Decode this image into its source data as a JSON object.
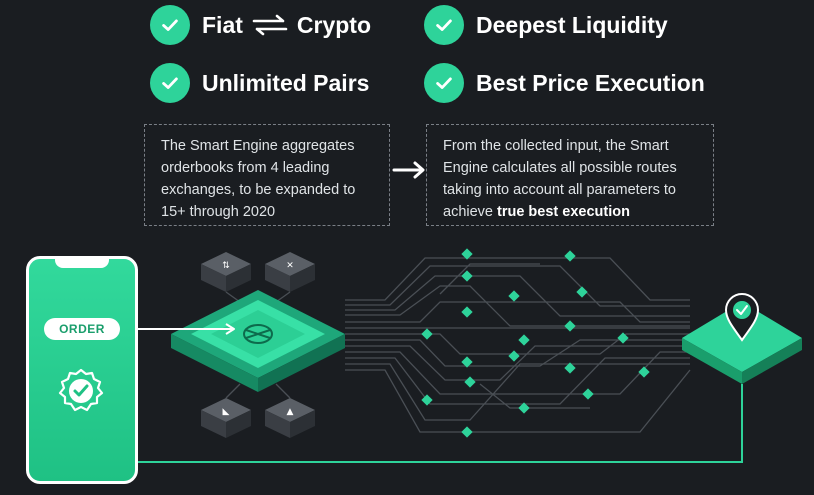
{
  "features": {
    "fiat": "Fiat",
    "crypto": "Crypto",
    "deepest_liquidity": "Deepest Liquidity",
    "unlimited_pairs": "Unlimited Pairs",
    "best_price_execution": "Best Price Execution"
  },
  "left_box": {
    "line1": "The Smart Engine aggregates",
    "line2": "orderbooks from 4 leading",
    "line3": "exchanges, to be expanded to",
    "line4": "15+ through 2020"
  },
  "right_box": {
    "line1": "From the collected input, the Smart",
    "line2": "Engine calculates all possible routes",
    "line3": "taking into account all parameters to",
    "line4_prefix": "achieve ",
    "line4_bold": "true best execution"
  },
  "phone": {
    "order_label": "ORDER"
  },
  "colors": {
    "background": "#1a1d21",
    "accent": "#2ed39a",
    "text": "#ffffff"
  }
}
